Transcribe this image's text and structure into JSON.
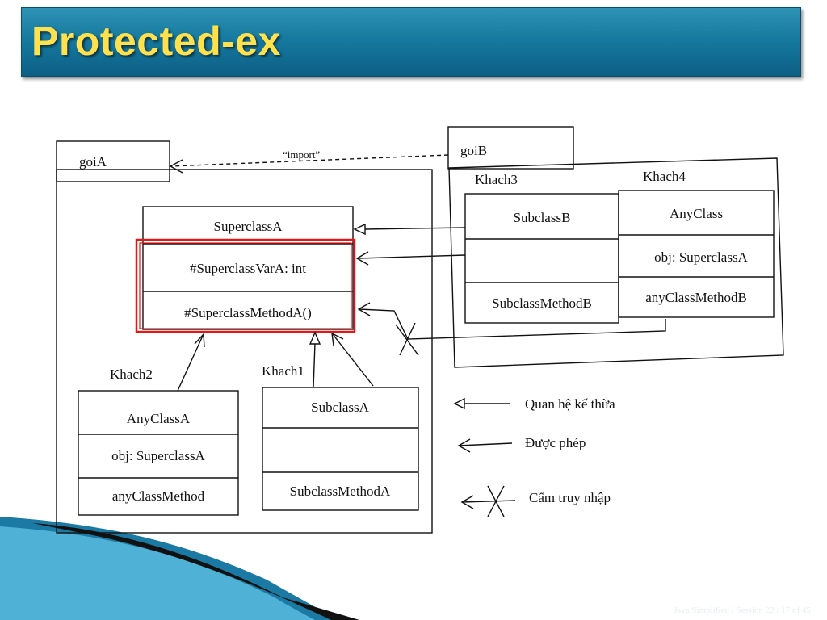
{
  "slide": {
    "title": "Protected-ex",
    "footer": "Java Simplified / Session 22 / 17 of 45"
  },
  "diagram": {
    "packages": {
      "goiA": "goiA",
      "goiB": "goiB"
    },
    "import_label": "“import”",
    "clients": {
      "khach1": "Khach1",
      "khach2": "Khach2",
      "khach3": "Khach3",
      "khach4": "Khach4"
    },
    "classes": {
      "superclassA": {
        "name": "SuperclassA",
        "attribute": "#SuperclassVarA: int",
        "method": "#SuperclassMethodA()"
      },
      "anyClassA": {
        "name": "AnyClassA",
        "attribute": "obj: SuperclassA",
        "method": "anyClassMethod"
      },
      "subclassA": {
        "name": "SubclassA",
        "attribute": "",
        "method": "SubclassMethodA"
      },
      "subclassB": {
        "name": "SubclassB",
        "attribute": "",
        "method": "SubclassMethodB"
      },
      "anyClass": {
        "name": "AnyClass",
        "attribute": "obj: SuperclassA",
        "method": "anyClassMethodB"
      }
    },
    "legend": {
      "inheritance": "Quan hệ kế thừa",
      "allowed": "Được phép",
      "denied": "Cấm truy nhập"
    },
    "colors": {
      "highlight": "#e01818",
      "ink": "#111111"
    }
  }
}
